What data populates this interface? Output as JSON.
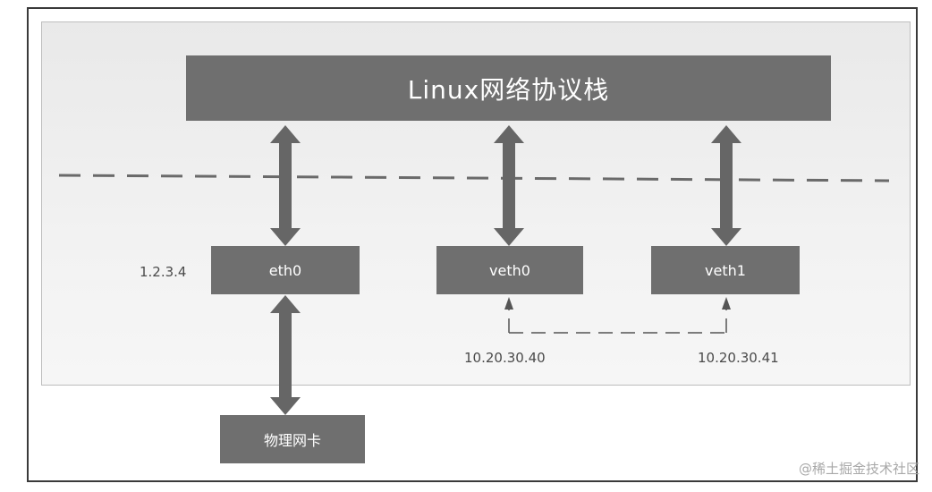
{
  "diagram": {
    "stack_label": "Linux网络协议栈",
    "interfaces": [
      {
        "name": "eth0",
        "ip": "1.2.3.4"
      },
      {
        "name": "veth0",
        "ip": "10.20.30.40"
      },
      {
        "name": "veth1",
        "ip": "10.20.30.41"
      }
    ],
    "physical_nic_label": "物理网卡"
  },
  "watermark": "@稀土掘金技术社区",
  "colors": {
    "box_fill": "#6f6f6f",
    "arrow_fill": "#666666",
    "box_text": "#ffffff",
    "label_text": "#4a4a4a"
  }
}
